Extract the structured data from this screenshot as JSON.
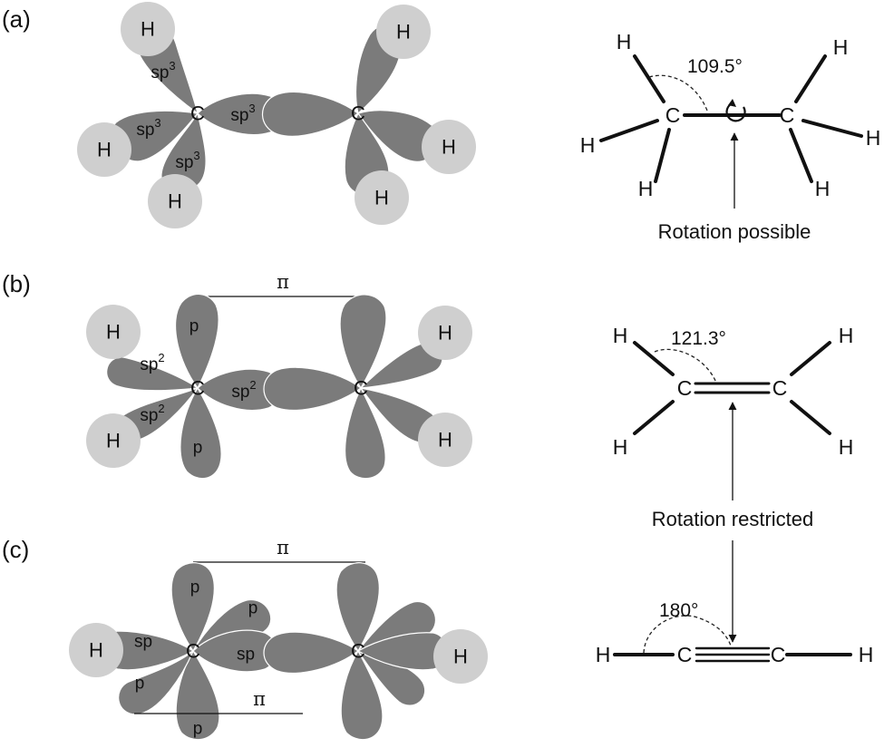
{
  "panels": {
    "a": {
      "label": "(a)",
      "hydrogen": "H",
      "carbon": "C",
      "orbital_base": "sp",
      "orbital_sup": "3",
      "angle": "109.5°",
      "caption": "Rotation possible"
    },
    "b": {
      "label": "(b)",
      "hydrogen": "H",
      "carbon": "C",
      "orbital_base": "sp",
      "orbital_sup": "2",
      "p_label": "p",
      "pi_label": "π",
      "angle": "121.3°"
    },
    "c": {
      "label": "(c)",
      "hydrogen": "H",
      "carbon": "C",
      "sp_label": "sp",
      "p_label": "p",
      "pi_label": "π",
      "angle": "180°"
    },
    "shared_caption": "Rotation restricted"
  },
  "colors": {
    "lobe": "#7b7b7b",
    "hydrogen_sphere": "#cfcfcf",
    "line": "#111111"
  }
}
